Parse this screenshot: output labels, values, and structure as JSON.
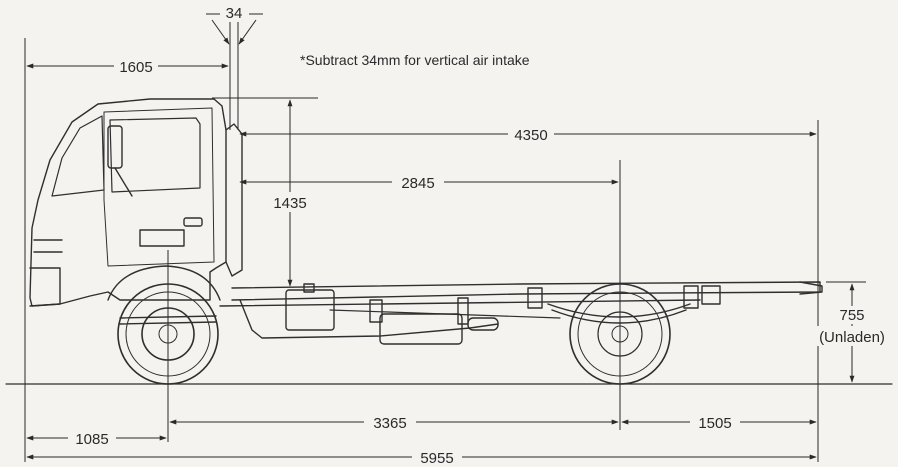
{
  "note": "*Subtract 34mm for vertical air intake",
  "dimensions": {
    "air_intake": "34",
    "cab_front_to_back": "1605",
    "cab_back_to_rear_end": "4350",
    "cab_back_to_rear_axle": "2845",
    "cab_height_above_frame": "1435",
    "frame_height": "755",
    "frame_height_note": "(Unladen)",
    "front_overhang": "1085",
    "wheelbase": "3365",
    "rear_overhang": "1505",
    "overall_length": "5955"
  },
  "colors": {
    "line": "#2a2a2a",
    "paper": "#f4f3f0"
  }
}
